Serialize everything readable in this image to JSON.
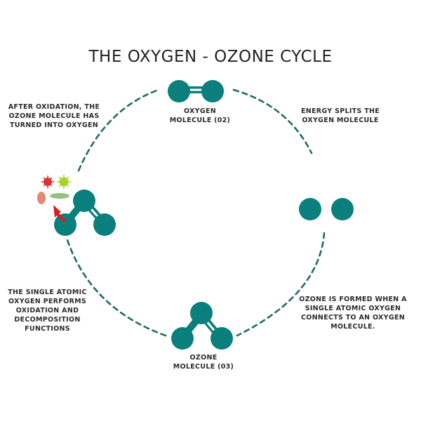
{
  "title": "THE OXYGEN - OZONE CYCLE",
  "colors": {
    "molecule": "#0a7f7c",
    "dash": "#1f6b67",
    "arrow": "#d42020",
    "bacteria_red": "#e03131",
    "bacteria_green": "#a6d22a",
    "microbe_pink": "#e48878",
    "microbe_green": "#93c47d"
  },
  "labels": {
    "oxygen_molecule": "OXYGEN\nMOLECULE (02)",
    "energy_splits": "ENERGY SPLITS THE\nOXYGEN MOLECULE",
    "after_oxidation": "AFTER OXIDATION, THE\nOZONE MOLECULE HAS\nTURNED INTO OXYGEN",
    "single_atomic": "THE SINGLE ATOMIC\nOXYGEN  PERFORMS\nOXIDATION AND\nDECOMPOSITION\nFUNCTIONS",
    "ozone_formed": "OZONE IS FORMED WHEN A\nSINGLE ATOMIC OXYGEN\nCONNECTS TO AN OXYGEN\nMOLECULE.",
    "ozone_molecule": "OZONE\nMOLECULE (03)"
  }
}
